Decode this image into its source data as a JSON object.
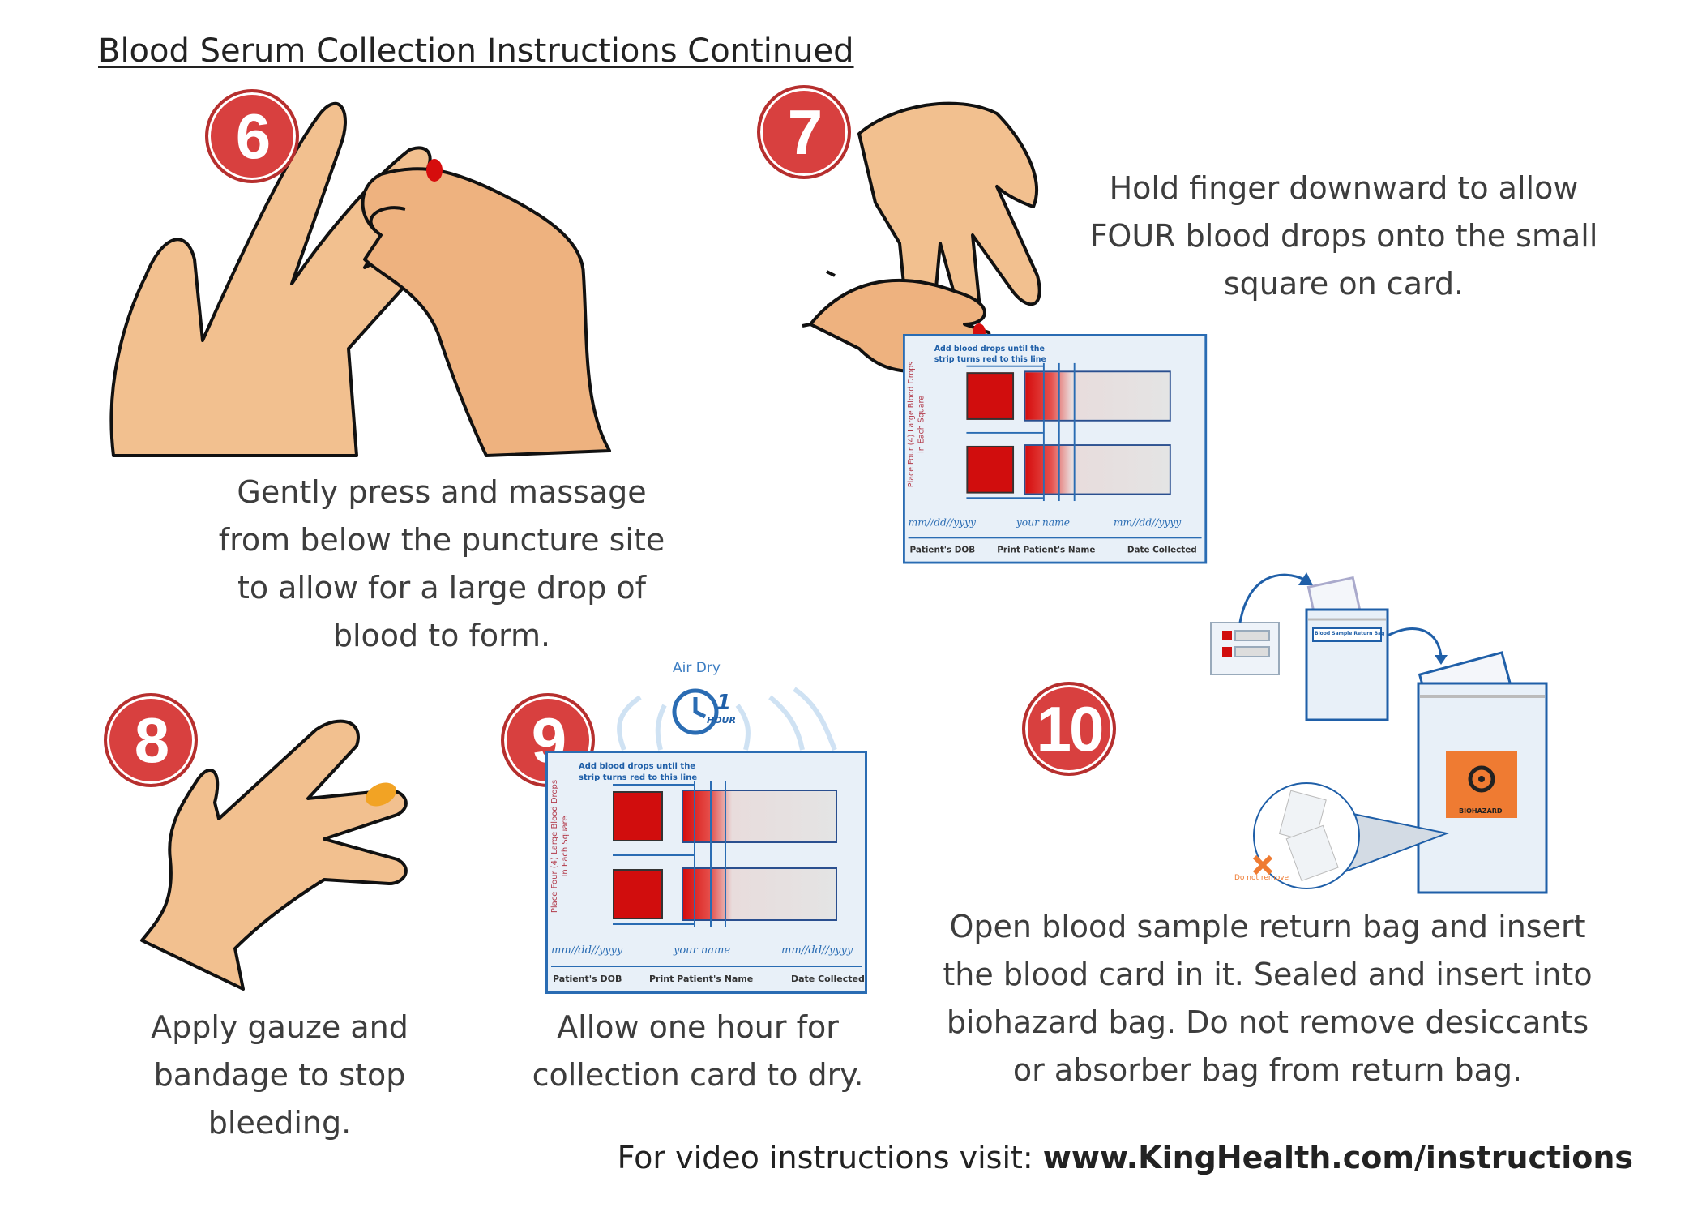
{
  "title": "Blood Serum Collection Instructions Continued",
  "steps": [
    {
      "number": "6",
      "text": [
        "Gently press and massage",
        "from below the puncture site",
        "to allow for a large drop of",
        "blood to form."
      ]
    },
    {
      "number": "7",
      "text": [
        "Hold finger downward to allow",
        "FOUR blood drops onto the small",
        "square on card."
      ]
    },
    {
      "number": "8",
      "text": [
        "Apply gauze and",
        "bandage to stop",
        "bleeding."
      ]
    },
    {
      "number": "9",
      "text": [
        "Allow one hour for",
        "collection card to dry."
      ]
    },
    {
      "number": "10",
      "text": [
        "Open blood sample return bag and insert",
        "the blood card in it. Sealed and insert into",
        "biohazard bag. Do not remove desiccants",
        "or absorber bag from return bag."
      ]
    }
  ],
  "card": {
    "instruction": "Add blood drops until the strip turns red to this line",
    "side_label": "Place Four (4) Large Blood Drops In Each Square",
    "dob_hand": "mm//dd//yyyy",
    "name_hand": "your name",
    "date_hand": "mm//dd//yyyy",
    "dob_label": "Patient's DOB",
    "name_label": "Print Patient's Name",
    "date_label": "Date Collected"
  },
  "air_dry": {
    "label": "Air Dry",
    "clock_number": "1",
    "clock_unit": "HOUR"
  },
  "bags": {
    "return_bag_label": "Blood Sample Return Bag",
    "biohazard_label": "BIOHAZARD",
    "warning": "Do not remove"
  },
  "footer": {
    "prefix": "For video instructions visit: ",
    "url": "www.KingHealth.com/instructions"
  },
  "colors": {
    "badge": "#d8403f",
    "skin": "#f2c08f",
    "card_border": "#2a6cb3",
    "blood": "#d10d0d",
    "biohazard": "#ef7b32"
  }
}
